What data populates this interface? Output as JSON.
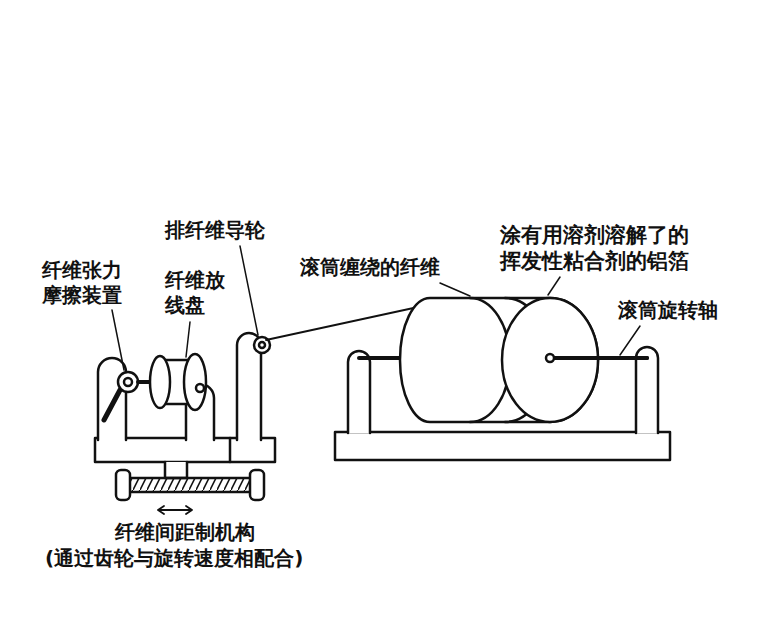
{
  "diagram": {
    "labels": [
      "纤维张力 摩擦装置",
      "排纤维导轮",
      "纤维放 线盘",
      "滚筒缠绕的纤维",
      "涂有用溶剂溶解了的 挥发性粘合剂的铝箔",
      "滚筒旋转轴",
      "纤维间距制机构",
      "(通过齿轮与旋转速度相配合)"
    ]
  }
}
